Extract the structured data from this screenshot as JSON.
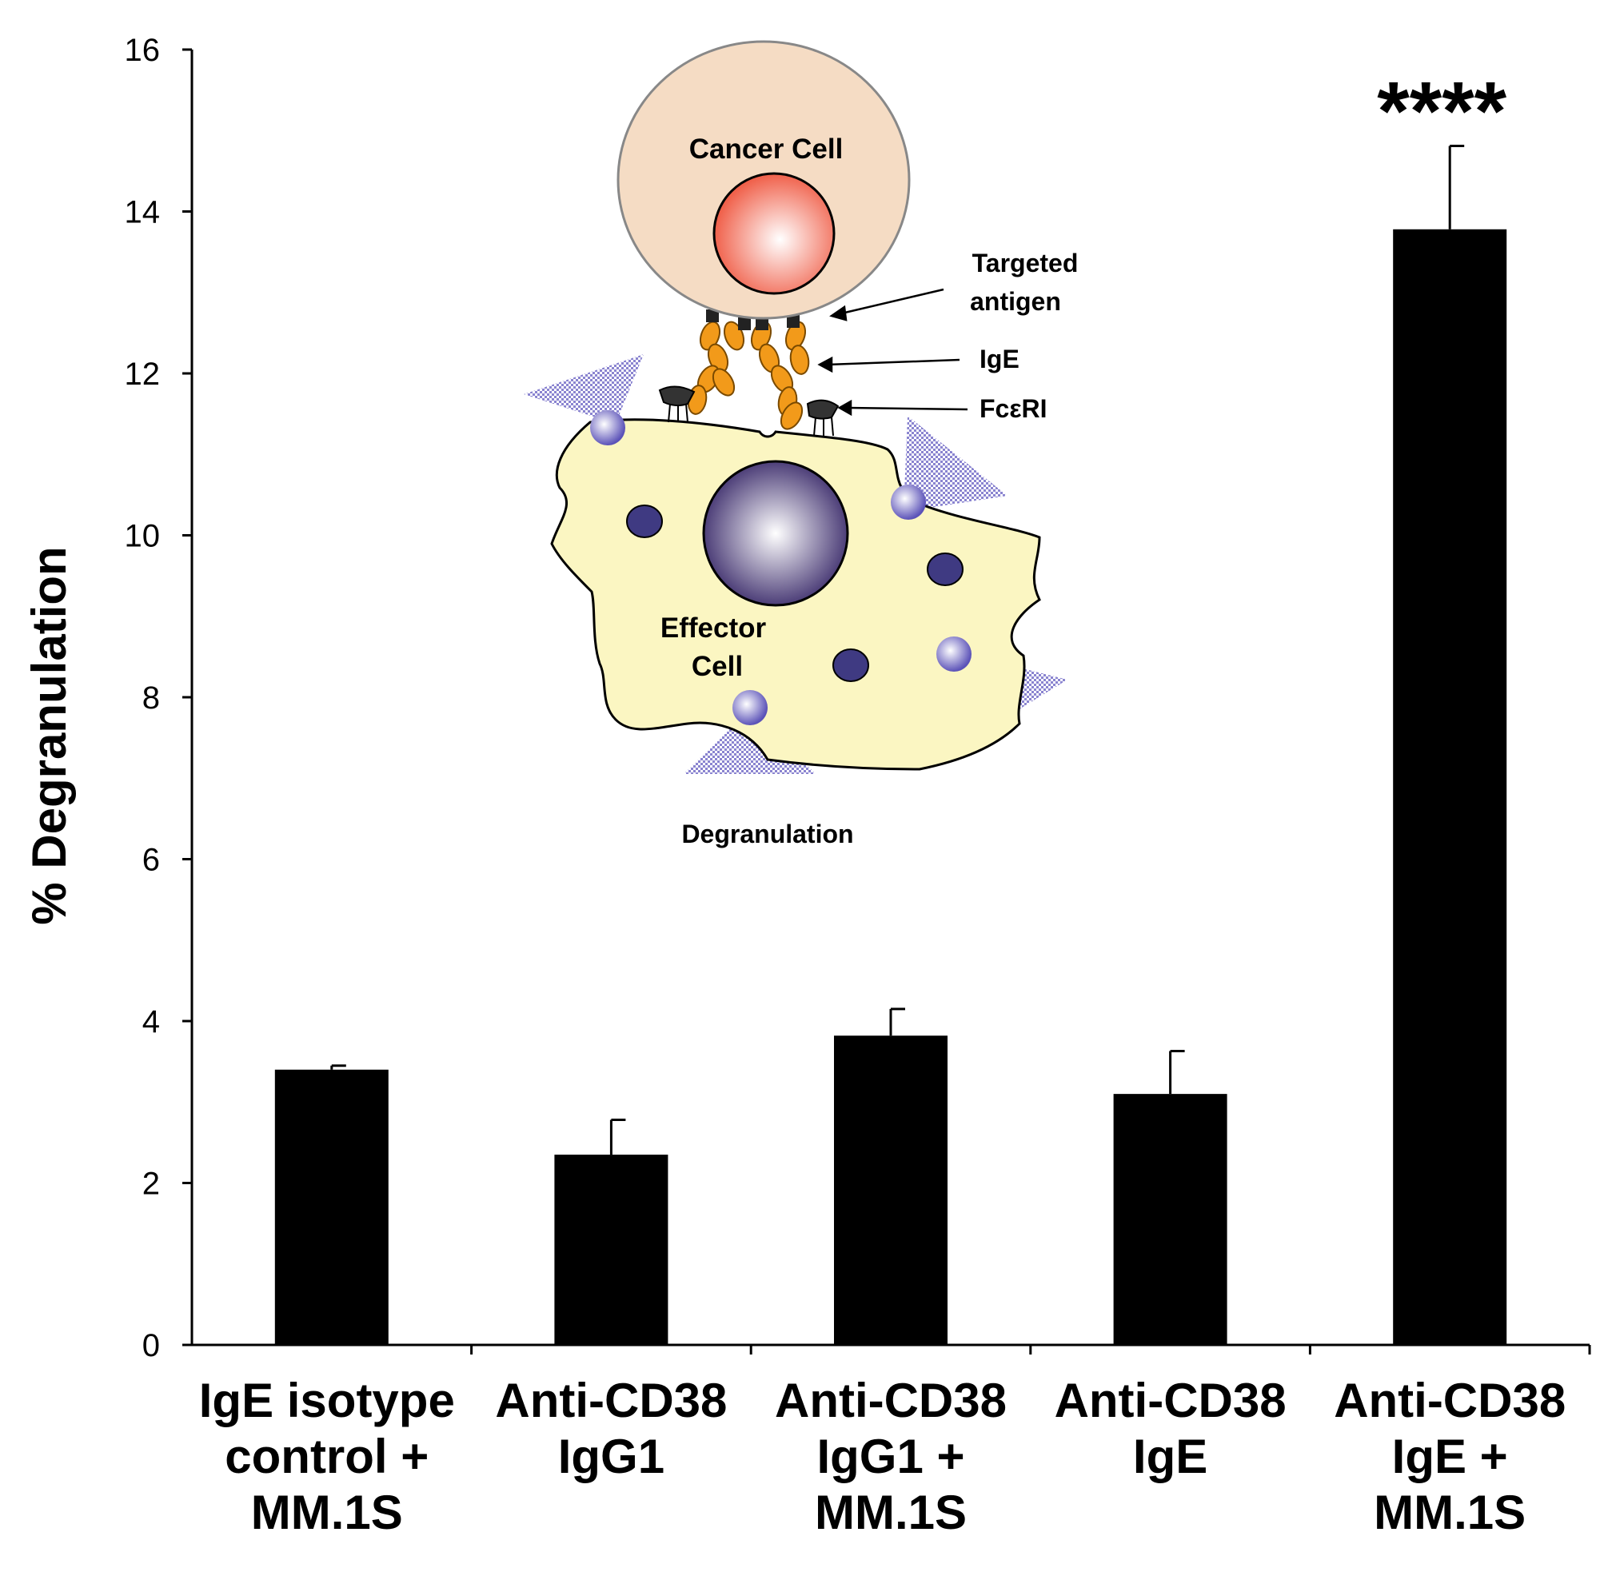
{
  "chart_data": {
    "type": "bar",
    "title": "",
    "xlabel": "",
    "ylabel": "% Degranulation",
    "ylim": [
      0,
      16
    ],
    "yticks": [
      0,
      2,
      4,
      6,
      8,
      10,
      12,
      14,
      16
    ],
    "categories": [
      [
        "IgE isotype",
        "control +",
        "MM.1S"
      ],
      [
        "Anti-CD38",
        "IgG1"
      ],
      [
        "Anti-CD38",
        "IgG1 +",
        "MM.1S"
      ],
      [
        "Anti-CD38",
        "IgE"
      ],
      [
        "Anti-CD38",
        "IgE +",
        "MM.1S"
      ]
    ],
    "values": [
      3.4,
      2.35,
      3.82,
      3.1,
      13.78
    ],
    "errors": [
      0.05,
      0.43,
      0.33,
      0.53,
      1.03
    ],
    "significance": [
      "",
      "",
      "",
      "",
      "****"
    ],
    "bar_color": "#000000",
    "grid": false,
    "legend": "none"
  },
  "inset": {
    "cancer_cell_label": "Cancer Cell",
    "targeted_antigen_label": [
      "Targeted",
      "antigen"
    ],
    "ige_label": "IgE",
    "fcer_label": "FcεRI",
    "effector_cell_label": [
      "Effector",
      "Cell"
    ],
    "degranulation_label": "Degranulation",
    "colors": {
      "cancer_cell": "#f5dcc4",
      "nucleus_red": "#f0604a",
      "effector_cell": "#fbf6c2",
      "effector_nucleus": "#3a2a6a",
      "granule": "#3f3a82",
      "granule_release": "#7e78c8",
      "antibody": "#f29a1a",
      "receptor": "#333333"
    }
  }
}
